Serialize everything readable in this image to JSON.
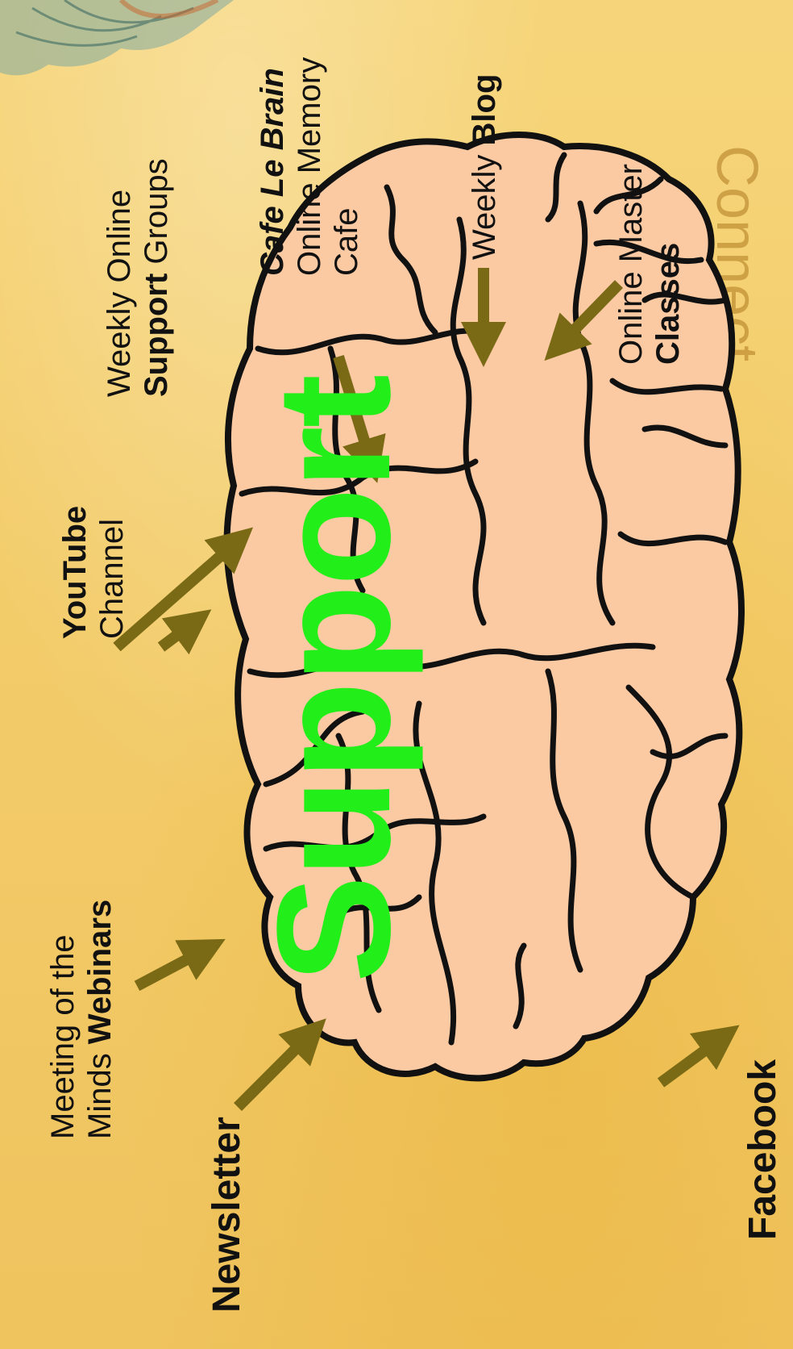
{
  "center_word": "Support",
  "title_fragment": "Connect",
  "labels": {
    "support_groups": {
      "line1": "Weekly Online",
      "bold": "Support",
      "rest": " Groups"
    },
    "cafe": {
      "title": "Cafe Le Brain",
      "line2": "Online Memory",
      "line3": "Cafe"
    },
    "blog": {
      "pre": "Weekly ",
      "bold": "Blog"
    },
    "classes": {
      "line1": "Online Master",
      "bold": "Classes"
    },
    "youtube": {
      "bold": "YouTube",
      "line2": "Channel"
    },
    "webinars": {
      "line1": "Meeting of the",
      "pre": "Minds ",
      "bold": "Webinars"
    },
    "newsletter": {
      "bold": "Newsletter"
    },
    "facebook": {
      "bold": "Facebook"
    }
  },
  "colors": {
    "background": "#f3cc6a",
    "brain_fill": "#fbc9a2",
    "brain_outline": "#111111",
    "arrow": "#7a6a16",
    "support_text": "#22ee1a"
  }
}
